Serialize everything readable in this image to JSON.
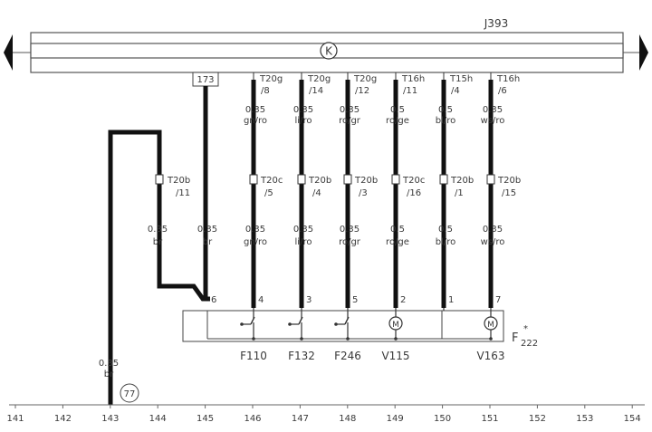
{
  "diagram": {
    "control_unit": {
      "label": "J393",
      "symbol": "K"
    },
    "terminal_box": {
      "label": "173"
    },
    "ground_point": {
      "label": "77"
    },
    "ground_wire": {
      "size": "0.35",
      "color": "br"
    },
    "column_axis": [
      "141",
      "142",
      "143",
      "144",
      "145",
      "146",
      "147",
      "148",
      "149",
      "150",
      "151",
      "152",
      "153",
      "154"
    ],
    "wires": [
      {
        "id": "w1",
        "top_conn": "T20g",
        "top_pin": "/8",
        "top_size": "0.35",
        "top_color": "gn/ro",
        "mid_conn": "T20c",
        "mid_pin": "/5",
        "bot_size": "0.35",
        "bot_color": "gn/ro",
        "term_pin": "4"
      },
      {
        "id": "w2",
        "top_conn": "T20g",
        "top_pin": "/14",
        "top_size": "0.35",
        "top_color": "li/ro",
        "mid_conn": "T20b",
        "mid_pin": "/4",
        "bot_size": "0.35",
        "bot_color": "li/ro",
        "term_pin": "3"
      },
      {
        "id": "w3",
        "top_conn": "T20g",
        "top_pin": "/12",
        "top_size": "0.35",
        "top_color": "ro/gr",
        "mid_conn": "T20b",
        "mid_pin": "/3",
        "bot_size": "0.35",
        "bot_color": "ro/gr",
        "term_pin": "5"
      },
      {
        "id": "w4",
        "top_conn": "T16h",
        "top_pin": "/11",
        "top_size": "0.5",
        "top_color": "ro/ge",
        "mid_conn": "T20c",
        "mid_pin": "/16",
        "bot_size": "0.5",
        "bot_color": "ro/ge",
        "term_pin": "2"
      },
      {
        "id": "w5",
        "top_conn": "T15h",
        "top_pin": "/4",
        "top_size": "0.5",
        "top_color": "bl/ro",
        "mid_conn": "T20b",
        "mid_pin": "/1",
        "bot_size": "0.5",
        "bot_color": "bl/ro",
        "term_pin": "1"
      },
      {
        "id": "w6",
        "top_conn": "T16h",
        "top_pin": "/6",
        "top_size": "0.35",
        "top_color": "ws/ro",
        "mid_conn": "T20b",
        "mid_pin": "/15",
        "bot_size": "0.35",
        "bot_color": "ws/ro",
        "term_pin": "7"
      }
    ],
    "left_wire": {
      "mid_conn": "T20b",
      "mid_pin": "/11",
      "size": "0.35",
      "color": "br"
    },
    "terminal_wire": {
      "size": "0.35",
      "color": "br",
      "term_pin": "6"
    },
    "components": [
      {
        "id": "c1",
        "label": "F110"
      },
      {
        "id": "c2",
        "label": "F132"
      },
      {
        "id": "c3",
        "label": "F246"
      },
      {
        "id": "c4",
        "label": "V115"
      },
      {
        "id": "c5",
        "label": "V163"
      }
    ],
    "module": {
      "label": "F",
      "sub": "222",
      "mark": "*"
    }
  }
}
